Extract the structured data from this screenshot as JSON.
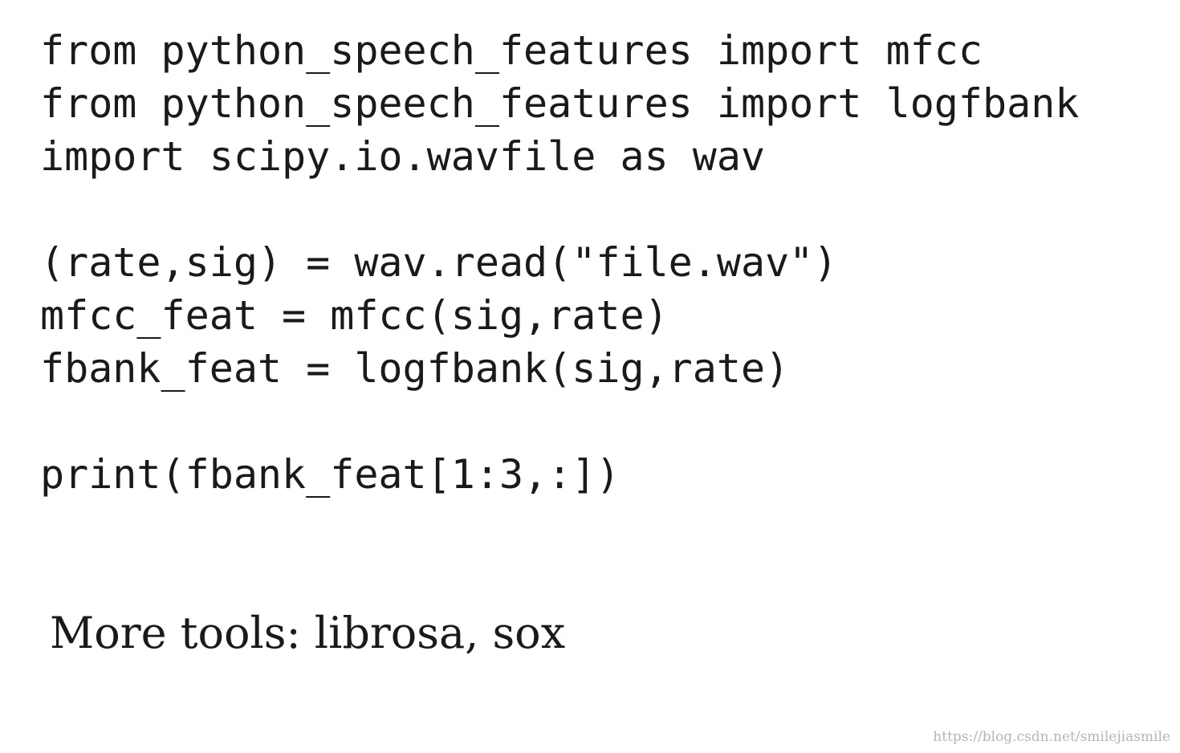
{
  "code": {
    "imports": [
      "from python_speech_features import mfcc",
      "from python_speech_features import logfbank",
      "import scipy.io.wavfile as wav"
    ],
    "processing": [
      "(rate,sig) = wav.read(\"file.wav\")",
      "mfcc_feat = mfcc(sig,rate)",
      "fbank_feat = logfbank(sig,rate)"
    ],
    "output": [
      "print(fbank_feat[1:3,:])"
    ]
  },
  "footer": {
    "tools_text": "More tools: librosa, sox"
  },
  "watermark": {
    "text": "https://blog.csdn.net/smilejiasmile"
  },
  "colors": {
    "text": "#1a1a1a",
    "background": "#ffffff",
    "watermark": "#b5b5b5"
  }
}
